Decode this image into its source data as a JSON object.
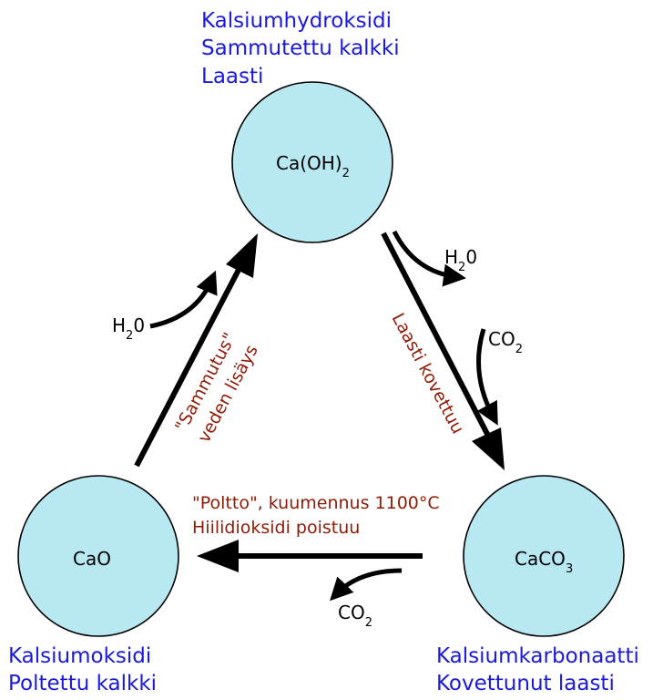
{
  "colors": {
    "node_fill": "#b8e8f2",
    "name_text": "#1a1adc",
    "process_text": "#8f1b06",
    "arrow": "#000000"
  },
  "nodes": {
    "top": {
      "formula_main": "Ca(OH)",
      "formula_sub": "2",
      "names": [
        "Kalsiumhydroksidi",
        "Sammutettu kalkki",
        "Laasti"
      ]
    },
    "left": {
      "formula_main": "CaO",
      "names": [
        "Kalsiumoksidi",
        "Poltettu kalkki"
      ]
    },
    "right": {
      "formula_main": "CaCO",
      "formula_sub": "3",
      "names": [
        "Kalsiumkarbonaatti",
        "Kovettunut laasti"
      ]
    }
  },
  "processes": {
    "slaking": [
      "\"Sammutus\"",
      "veden lisäys"
    ],
    "hardening": "Laasti kovettuu",
    "burning": [
      "\"Poltto\", kuumennus 1100°C",
      "Hiilidioksidi poistuu"
    ]
  },
  "molecules": {
    "water_in": {
      "main": "H",
      "sub": "2",
      "tail": "0"
    },
    "water_out": {
      "main": "H",
      "sub": "2",
      "tail": "0"
    },
    "co2_in": {
      "main": "CO",
      "sub": "2"
    },
    "co2_out": {
      "main": "CO",
      "sub": "2"
    }
  }
}
